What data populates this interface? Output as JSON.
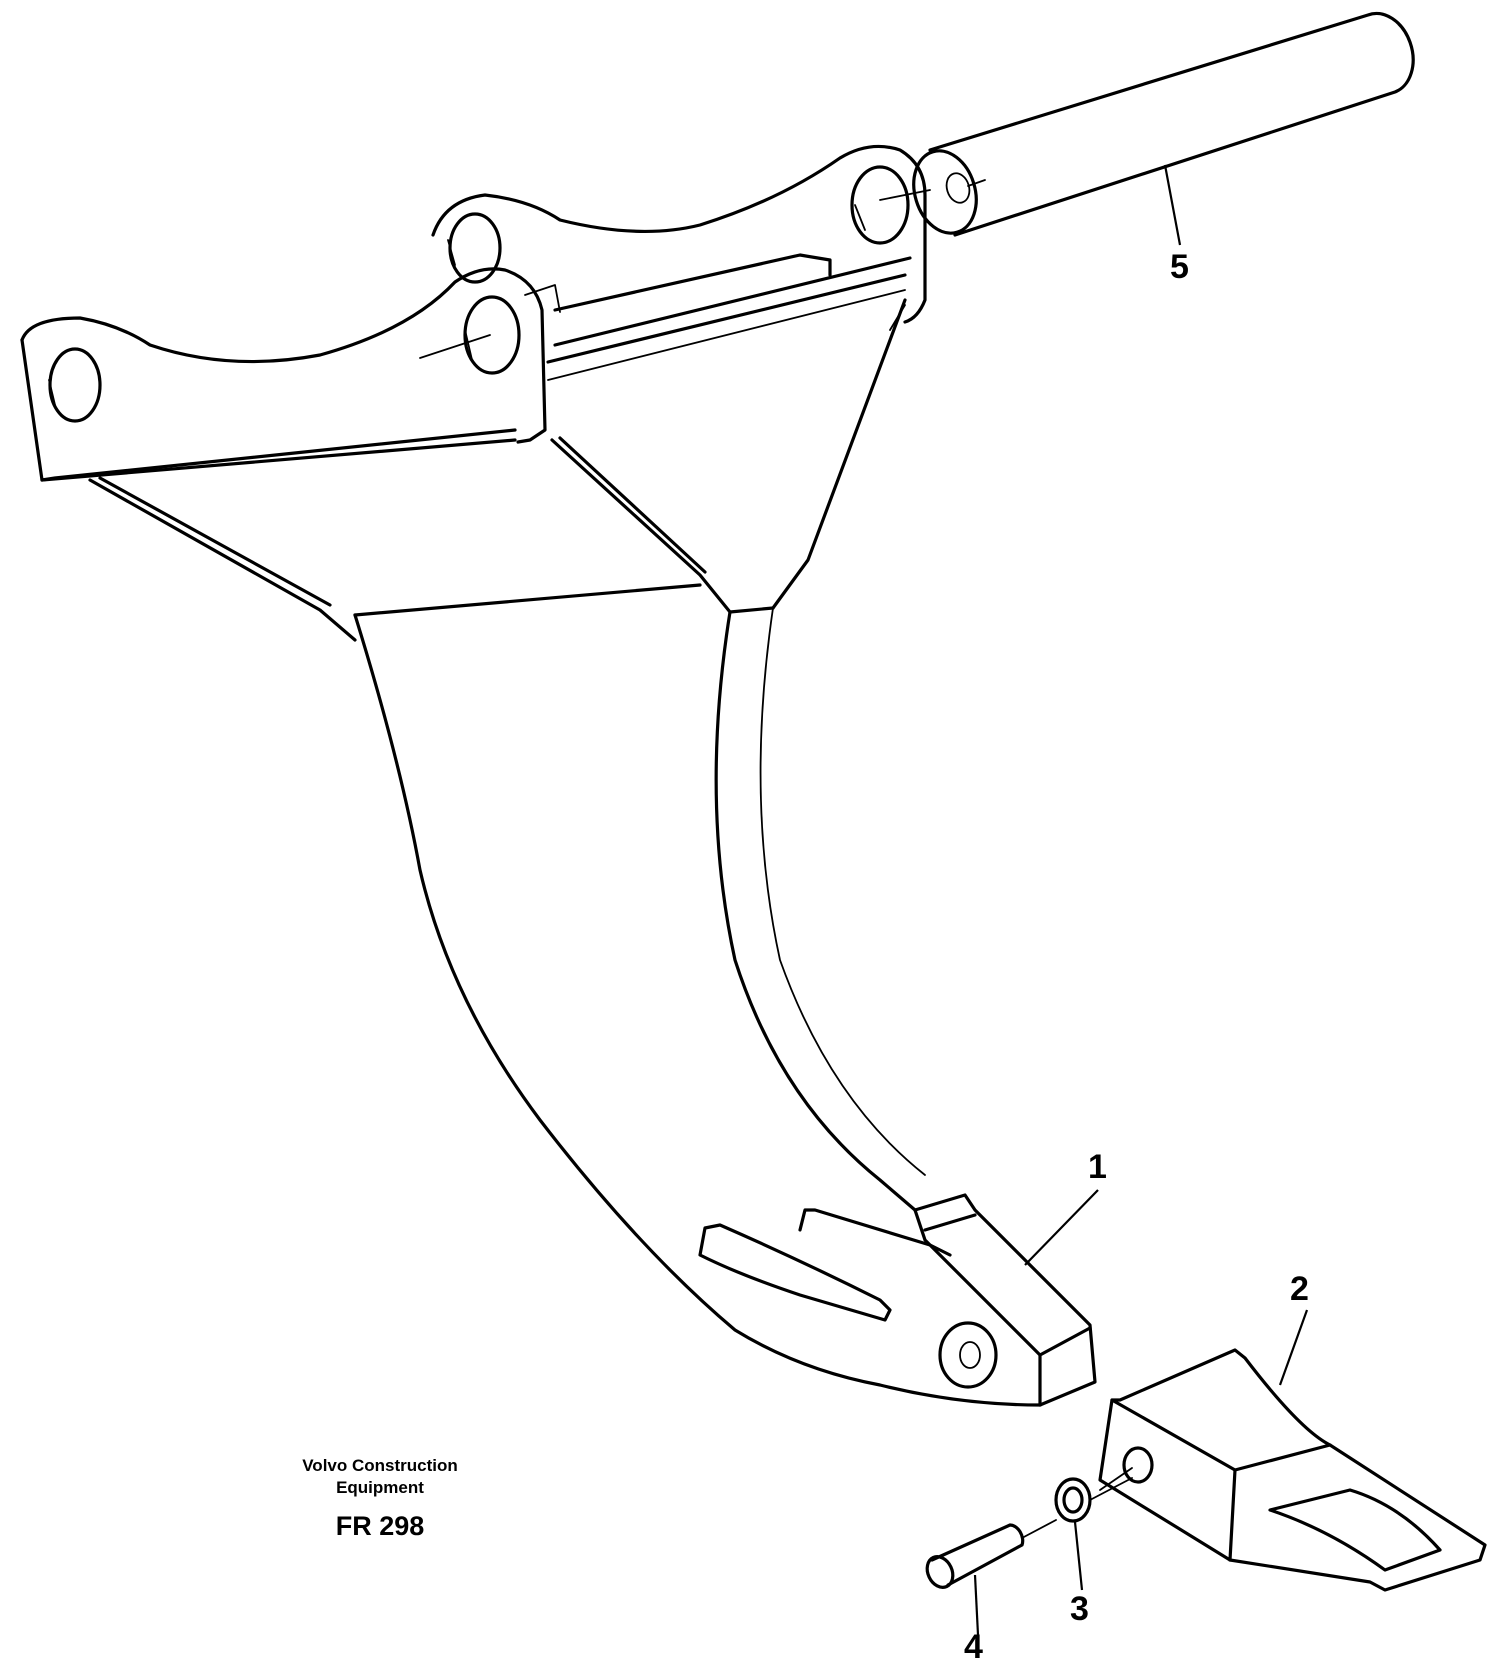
{
  "drawing": {
    "caption": {
      "line1": "Volvo Construction",
      "line2": "Equipment",
      "code": "FR 298"
    },
    "callouts": [
      {
        "id": "1",
        "label": "1"
      },
      {
        "id": "2",
        "label": "2"
      },
      {
        "id": "3",
        "label": "3"
      },
      {
        "id": "4",
        "label": "4"
      },
      {
        "id": "5",
        "label": "5"
      }
    ]
  }
}
